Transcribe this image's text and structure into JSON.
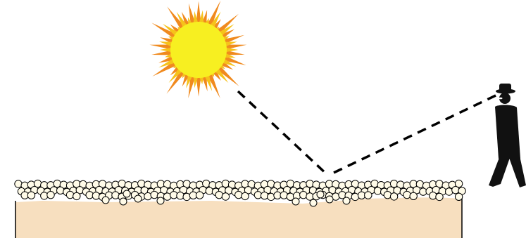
{
  "scene": {
    "subjects": [
      "sun-icon",
      "observer-icon",
      "ground-surface",
      "surface-particles"
    ],
    "colors": {
      "sun_core": "#f7ef21",
      "sun_rays_outer": "#f08a1e",
      "sun_rays_inner": "#f6c21a",
      "ground_fill": "#f7dfbf",
      "particle_fill": "#fffbe8",
      "particle_stroke": "#000000",
      "light_path": "#000000",
      "observer": "#111111",
      "background": "#ffffff"
    },
    "light_path_style": "dashed"
  }
}
